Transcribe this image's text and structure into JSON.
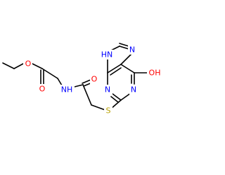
{
  "structure": {
    "atoms": [
      {
        "id": "O_ester",
        "label": "O",
        "color": "#ff0000"
      },
      {
        "id": "O_carbonyl1",
        "label": "O",
        "color": "#ff0000"
      },
      {
        "id": "NH_amide",
        "label": "NH",
        "color": "#0000ff"
      },
      {
        "id": "O_carbonyl2",
        "label": "O",
        "color": "#ff0000"
      },
      {
        "id": "S",
        "label": "S",
        "color": "#b8a000"
      },
      {
        "id": "N3",
        "label": "N",
        "color": "#0000ff"
      },
      {
        "id": "N1",
        "label": "N",
        "color": "#0000ff"
      },
      {
        "id": "N9H",
        "label": "HN",
        "color": "#0000ff"
      },
      {
        "id": "N7",
        "label": "N",
        "color": "#0000ff"
      },
      {
        "id": "OH",
        "label": "OH",
        "color": "#ff0000"
      }
    ]
  }
}
